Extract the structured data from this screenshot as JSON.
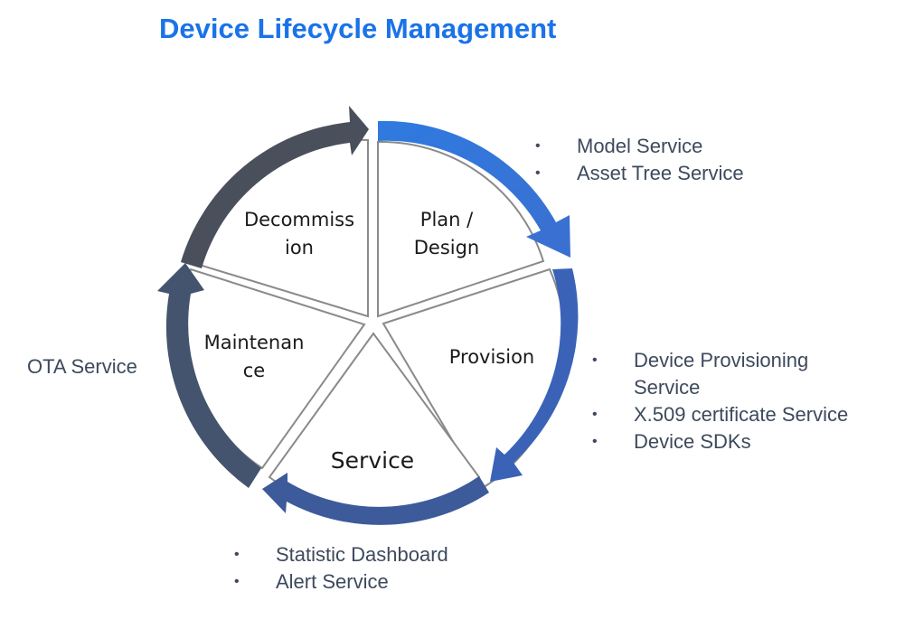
{
  "title": "Device Lifecycle Management",
  "colors": {
    "title": "#1a73e8",
    "arrow_plan": "#3b7ddd",
    "arrow_provision": "#3a63b8",
    "arrow_service": "#3d5a9a",
    "arrow_maintenance": "#44546e",
    "arrow_decommission": "#4a4f5c",
    "segment_outline": "#8a8a8a",
    "bullet_text": "#3d4a5c"
  },
  "segments": {
    "plan": {
      "line1": "Plan /",
      "line2": "Design"
    },
    "provision": {
      "label": "Provision"
    },
    "service": {
      "label": "Service"
    },
    "maintenance": {
      "line1": "Maintenan",
      "line2": "ce"
    },
    "decommission": {
      "line1": "Decommiss",
      "line2": "ion"
    }
  },
  "lists": {
    "plan": [
      "Model Service",
      "Asset Tree Service"
    ],
    "provision": [
      "Device Provisioning",
      "Service",
      "X.509 certificate Service",
      "Device SDKs"
    ],
    "service": [
      "Statistic Dashboard",
      "Alert Service"
    ]
  },
  "maintenance_list": {
    "label": "OTA Service"
  }
}
